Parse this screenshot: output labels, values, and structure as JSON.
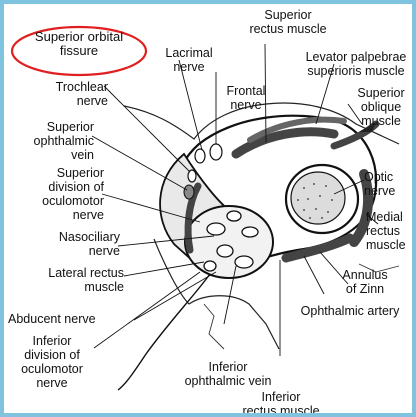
{
  "colors": {
    "frame_border": "#7fc3df",
    "highlight_ellipse": "#e02020",
    "ink": "#111111"
  },
  "highlighted_label": "Superior orbital\nfissure",
  "labels": {
    "superior_orbital_fissure": "Superior orbital\nfissure",
    "superior_rectus_muscle_top": "Superior\nrectus muscle",
    "lacrimal_nerve": "Lacrimal\nnerve",
    "levator_palpebrae": "Levator palpebrae\nsuperioris muscle",
    "trochlear_nerve": "Trochlear\nnerve",
    "frontal_nerve": "Frontal\nnerve",
    "superior_oblique_muscle": "Superior\noblique\nmuscle",
    "superior_ophthalmic_vein": "Superior\nophthalmic\nvein",
    "superior_division_oculomotor": "Superior\ndivision of\noculomotor\nnerve",
    "optic_nerve": "Optic\nnerve",
    "medial_rectus_muscle": "Medial\nrectus\nmuscle",
    "nasociliary_nerve": "Nasociliary\nnerve",
    "lateral_rectus_muscle": "Lateral rectus\nmuscle",
    "annulus_of_zinn": "Annulus\nof Zinn",
    "abducent_nerve": "Abducent nerve",
    "ophthalmic_artery": "Ophthalmic artery",
    "inferior_division_oculomotor": "Inferior\ndivision of\noculomotor\nnerve",
    "inferior_ophthalmic_vein": "Inferior\nophthalmic vein",
    "inferior_rectus_muscle_bottom": "Inferior\nrectus muscle"
  }
}
